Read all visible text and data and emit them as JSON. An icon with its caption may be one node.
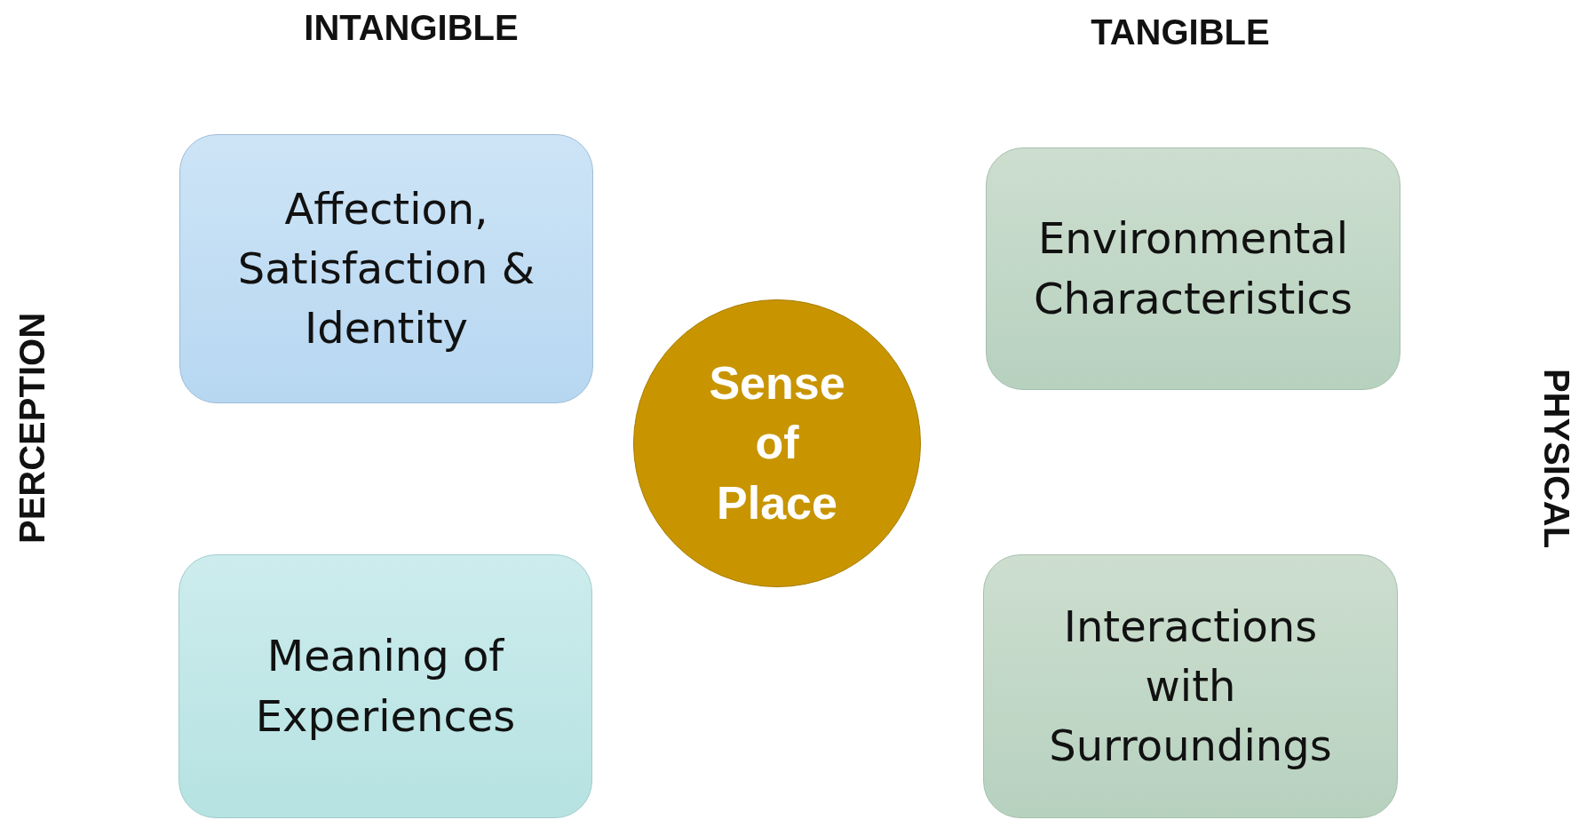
{
  "diagram": {
    "nodes": [
      {
        "text": [
          "Affection, Satisfaction & Identity"
        ]
      },
      {
        "text": [
          "Environmental Characteristics"
        ]
      },
      {
        "text": [
          "Sense of Place"
        ]
      },
      {
        "text": [
          "Meaning of Experiences"
        ]
      },
      {
        "text": [
          "Interactions with Surroundings"
        ]
      }
    ],
    "labels": [
      "INTANGIBLE",
      "TANGIBLE",
      "PERCEPTION",
      "PHYSICAL"
    ]
  }
}
